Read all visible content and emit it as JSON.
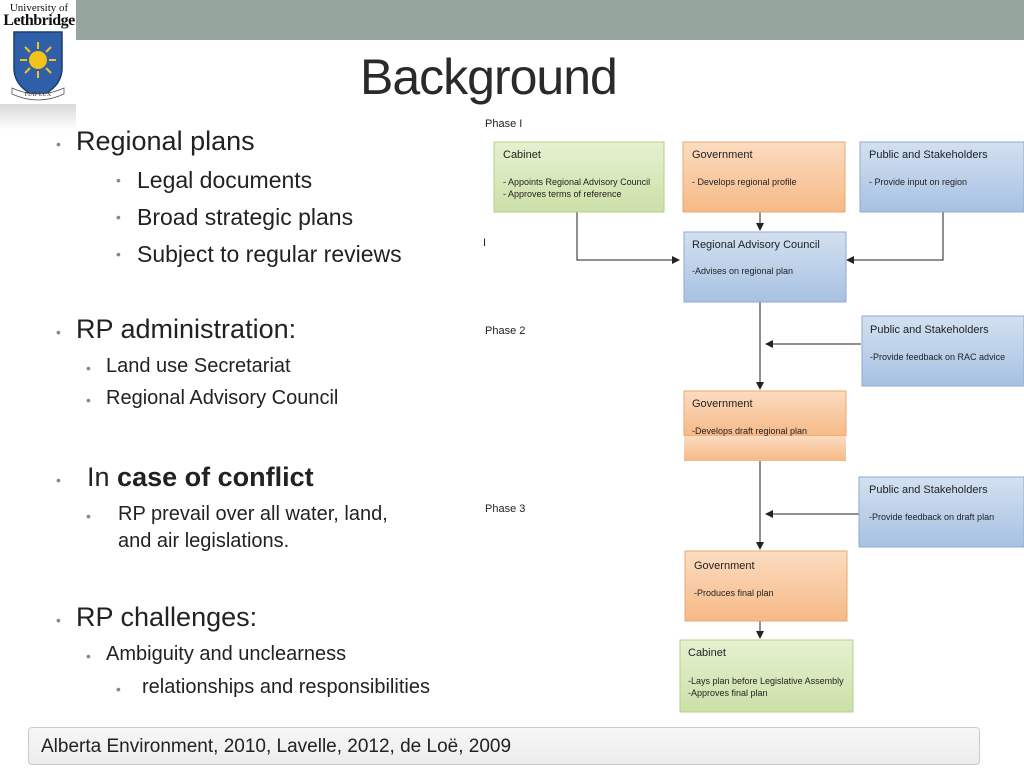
{
  "logo": {
    "line1": "University of",
    "line2": "Lethbridge",
    "motto": "FIAT LUX"
  },
  "title": "Background",
  "bullets": {
    "regional_plans": "Regional plans",
    "legal_documents": "Legal documents",
    "broad_strategic": "Broad strategic plans",
    "subject_reviews": "Subject to regular reviews",
    "rp_admin": "RP administration:",
    "land_use": "Land use Secretariat",
    "rac": "Regional Advisory Council",
    "in": "In",
    "case_conflict": "case of conflict",
    "rp_prevail_1": "RP prevail over all water, land,",
    "rp_prevail_2": "and air legislations.",
    "rp_challenges": "RP challenges:",
    "ambiguity": "Ambiguity and unclearness",
    "relationships": "relationships and responsibilities"
  },
  "footer": "Alberta Environment, 2010, Lavelle, 2012, de Loë, 2009",
  "flowchart": {
    "phase1": "Phase I",
    "phase2": "Phase 2",
    "phase3": "Phase 3",
    "marker": "I",
    "cabinet1": {
      "title": "Cabinet",
      "line1": "- Appoints Regional Advisory Council",
      "line2": "- Approves terms of reference"
    },
    "gov1": {
      "title": "Government",
      "line1": "- Develops regional profile"
    },
    "pub1": {
      "title": "Public and Stakeholders",
      "line1": "- Provide input on region"
    },
    "rac": {
      "title": "Regional Advisory Council",
      "line1": "-Advises on regional plan"
    },
    "pub2": {
      "title": "Public and Stakeholders",
      "line1": "-Provide feedback on RAC advice"
    },
    "gov2": {
      "title": "Government",
      "line1": "-Develops draft regional plan"
    },
    "pub3": {
      "title": "Public and Stakeholders",
      "line1": "-Provide feedback on draft plan"
    },
    "gov3": {
      "title": "Government",
      "line1": "-Produces final plan"
    },
    "cabinet2": {
      "title": "Cabinet",
      "line1": "-Lays plan before Legislative Assembly",
      "line2": "-Approves final plan"
    }
  },
  "colors": {
    "green": "#d7e8b8",
    "orange": "#f9c9a3",
    "blue": "#b9cde6",
    "topbar": "#96a59d"
  }
}
